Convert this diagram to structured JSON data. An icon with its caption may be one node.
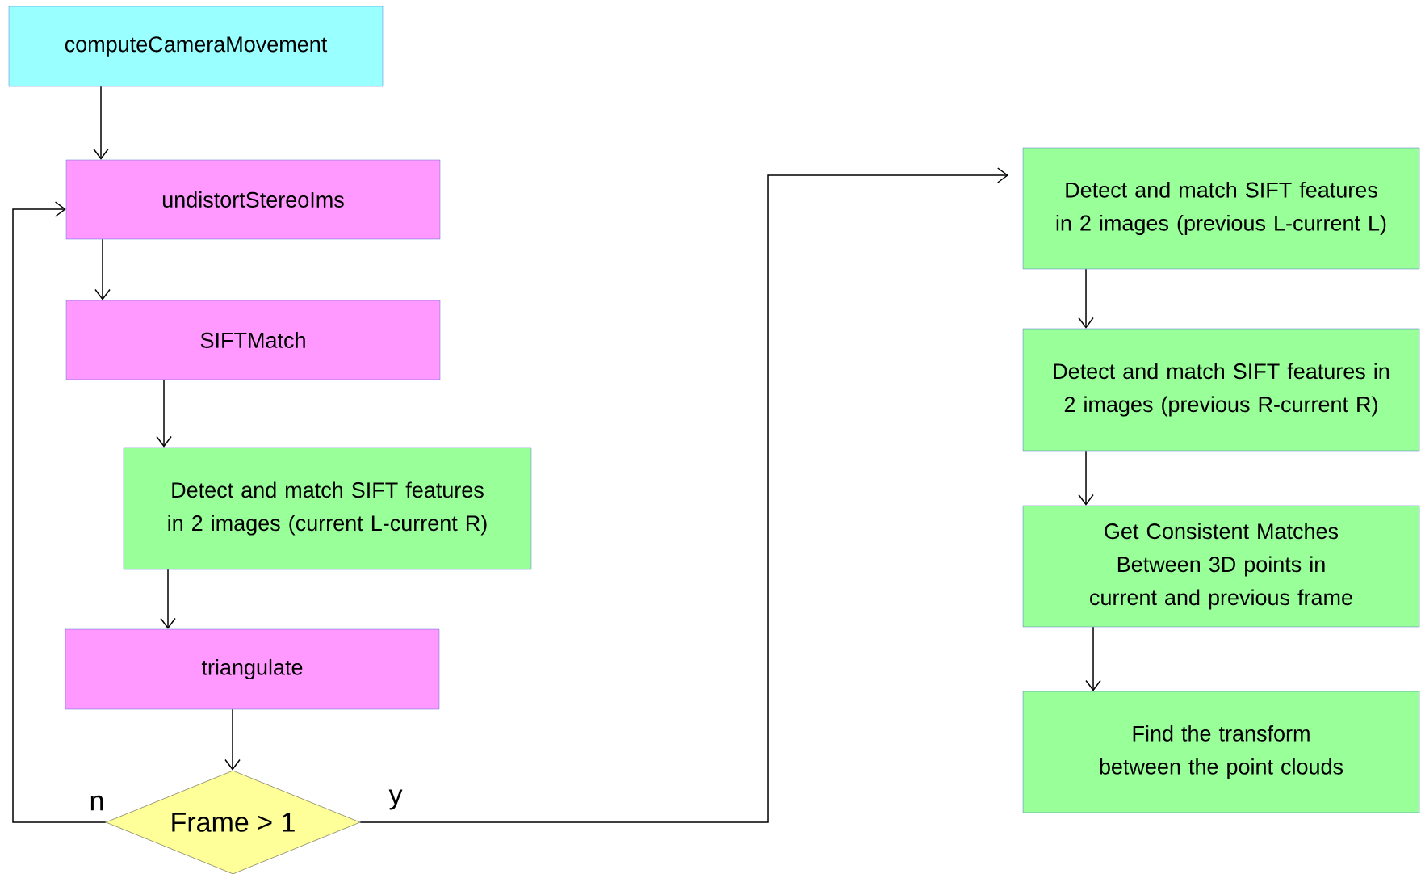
{
  "diagram": {
    "nodes": [
      {
        "text": [
          "computeCameraMovement"
        ]
      },
      {
        "text": [
          "undistortStereoIms"
        ]
      },
      {
        "text": [
          "SIFTMatch"
        ]
      },
      {
        "text": [
          "Detect and match SIFT features in 2 images (current L-current R)"
        ]
      },
      {
        "text": [
          "triangulate"
        ]
      },
      {
        "text": [
          "Frame > 1"
        ]
      },
      {
        "text": [
          "Detect and match SIFT features in 2 images (previous L-current L)"
        ]
      },
      {
        "text": [
          "Detect and match SIFT features in 2 images (previous R-current R)"
        ]
      },
      {
        "text": [
          "Get Consistent Matches Between 3D points in current and previous frame"
        ]
      },
      {
        "text": [
          "Find the transform between the point clouds"
        ]
      }
    ],
    "edges": [
      {
        "from": 0,
        "to": 1,
        "arrow": "to"
      },
      {
        "from": 1,
        "to": 2,
        "arrow": "to"
      },
      {
        "from": 2,
        "to": 3,
        "arrow": "to"
      },
      {
        "from": 3,
        "to": 4,
        "arrow": "to"
      },
      {
        "from": 4,
        "to": 5,
        "arrow": "to"
      },
      {
        "from": 5,
        "to": 1,
        "arrow": "to",
        "label": "n"
      },
      {
        "from": 5,
        "to": 6,
        "arrow": "to",
        "label": "y"
      },
      {
        "from": 6,
        "to": 7,
        "arrow": "to"
      },
      {
        "from": 7,
        "to": 8,
        "arrow": "to"
      },
      {
        "from": 8,
        "to": 9,
        "arrow": "to"
      }
    ]
  }
}
